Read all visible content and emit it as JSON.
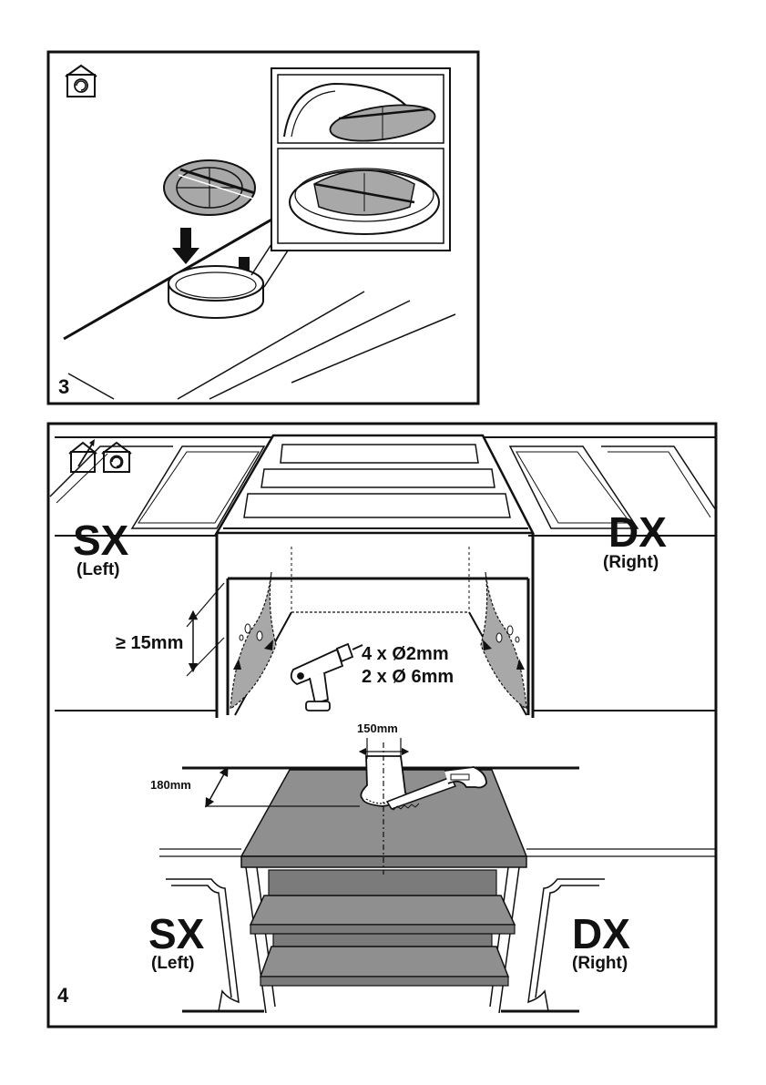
{
  "panel3": {
    "step_number": "3",
    "icon": "recirculation-mode-icon"
  },
  "panel4": {
    "step_number": "4",
    "icons": [
      "ducted-exhaust-icon",
      "recirculation-mode-icon"
    ],
    "top_left_label": "SX",
    "top_left_sub": "(Left)",
    "top_right_label": "DX",
    "top_right_sub": "(Right)",
    "min_height": "≥ 15mm",
    "drill_holes_1": "4 x Ø2mm",
    "drill_holes_2": "2 x Ø 6mm",
    "duct_width": "150mm",
    "back_offset": "180mm",
    "bottom_left_label": "SX",
    "bottom_left_sub": "(Left)",
    "bottom_right_label": "DX",
    "bottom_right_sub": "(Right)"
  },
  "colors": {
    "line": "#111111",
    "filter_gray": "#a8a8a8",
    "shelf_gray": "#8f8f8f",
    "shelf_dark": "#7b7b7b"
  }
}
